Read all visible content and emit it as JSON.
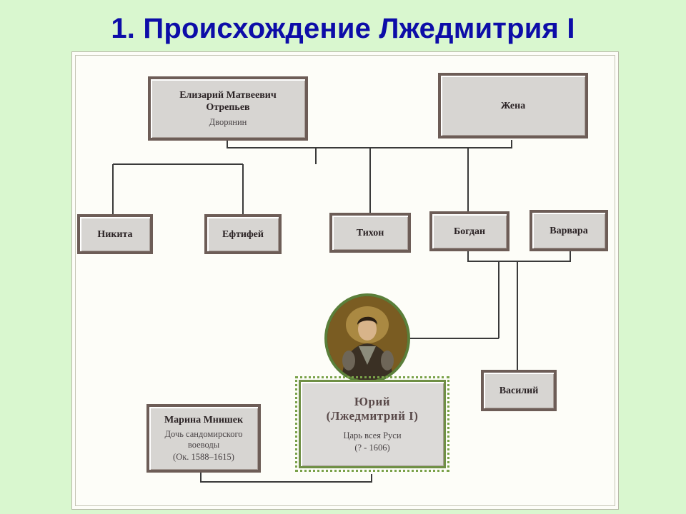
{
  "title": "1. Происхождение Лжедмитрия I",
  "colors": {
    "title": "#0d0da8",
    "background": "#d9f7cf",
    "box": "#d7d5d2",
    "box_border": "#6d5d57",
    "hero_border": "#6f8f45"
  },
  "nodes": {
    "father": {
      "name_line1": "Елизарий Матвеевич",
      "name_line2": "Отрепьев",
      "sub": "Дворянин"
    },
    "wife": {
      "name": "Жена"
    },
    "nikita": {
      "name": "Никита"
    },
    "eftifey": {
      "name": "Ефтифей"
    },
    "tikhon": {
      "name": "Тихон"
    },
    "bogdan": {
      "name": "Богдан"
    },
    "varvara": {
      "name": "Варвара"
    },
    "vasily": {
      "name": "Василий"
    },
    "yuri": {
      "name_line1": "Юрий",
      "name_line2": "(Лжедмитрий I)",
      "sub1": "Царь всея Руси",
      "sub2": "(? - 1606)"
    },
    "marina": {
      "name": "Марина Мнишек",
      "sub1": "Дочь сандомирского",
      "sub2": "воеводы",
      "sub3": "(Ок. 1588–1615)"
    }
  },
  "portrait_icon": "portrait-icon"
}
